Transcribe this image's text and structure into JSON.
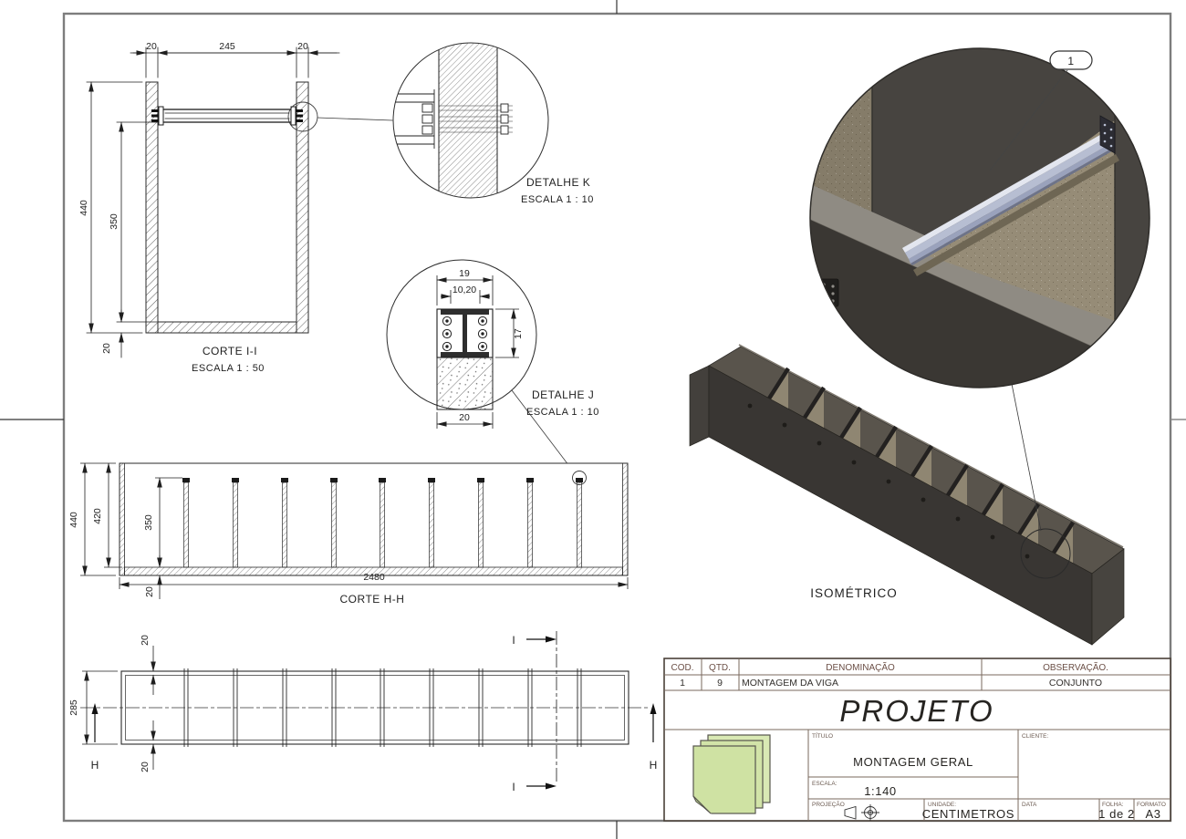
{
  "views": {
    "corte_ii": {
      "title": "CORTE I-I",
      "scale": "ESCALA 1 : 50",
      "dim_wall_left": "20",
      "dim_span": "245",
      "dim_wall_right": "20",
      "dim_height": "440",
      "dim_beam_depth": "350",
      "dim_slab": "20"
    },
    "detalhe_k": {
      "title": "DETALHE K",
      "scale": "ESCALA 1 : 10"
    },
    "detalhe_j": {
      "title": "DETALHE J",
      "scale": "ESCALA 1 : 10",
      "dim_width": "19",
      "dim_flange": "10,20",
      "dim_height": "17",
      "dim_base": "20"
    },
    "corte_hh": {
      "title": "CORTE H-H",
      "dim_height": "440",
      "dim_inner_height": "420",
      "dim_divider": "350",
      "dim_slab": "20",
      "dim_length": "2480"
    },
    "plan": {
      "dim_width": "285",
      "dim_wall_top": "20",
      "dim_wall_bottom": "20",
      "marker_h": "H",
      "marker_i": "I"
    },
    "isometric": {
      "label": "ISOMÉTRICO",
      "balloon": "1"
    }
  },
  "title_block": {
    "headers": {
      "cod": "COD.",
      "qtd": "QTD.",
      "denominacao": "DENOMINAÇÃO",
      "observacao": "OBSERVAÇÃO."
    },
    "row": {
      "cod": "1",
      "qtd": "9",
      "denominacao": "MONTAGEM DA VIGA",
      "observacao": "CONJUNTO"
    },
    "project": "PROJETO",
    "labels": {
      "titulo": "TÍTULO",
      "escala": "ESCALA:",
      "projecao": "PROJEÇÃO",
      "unidade": "UNIDADE:",
      "cliente": "CLIENTE:",
      "data": "DATA",
      "folha": "FOLHA:",
      "formato": "FORMATO"
    },
    "values": {
      "titulo": "MONTAGEM GERAL",
      "escala": "1:140",
      "unidade": "CENTIMETROS",
      "folha": "1 de 2",
      "formato": "A3"
    }
  },
  "colors": {
    "steel_beam": "#b7bed2",
    "body_dark": "#3a3734",
    "panel_tan": "#938a75",
    "ledge_gray": "#8f8b83",
    "logo_green": "#cfe2a3"
  }
}
